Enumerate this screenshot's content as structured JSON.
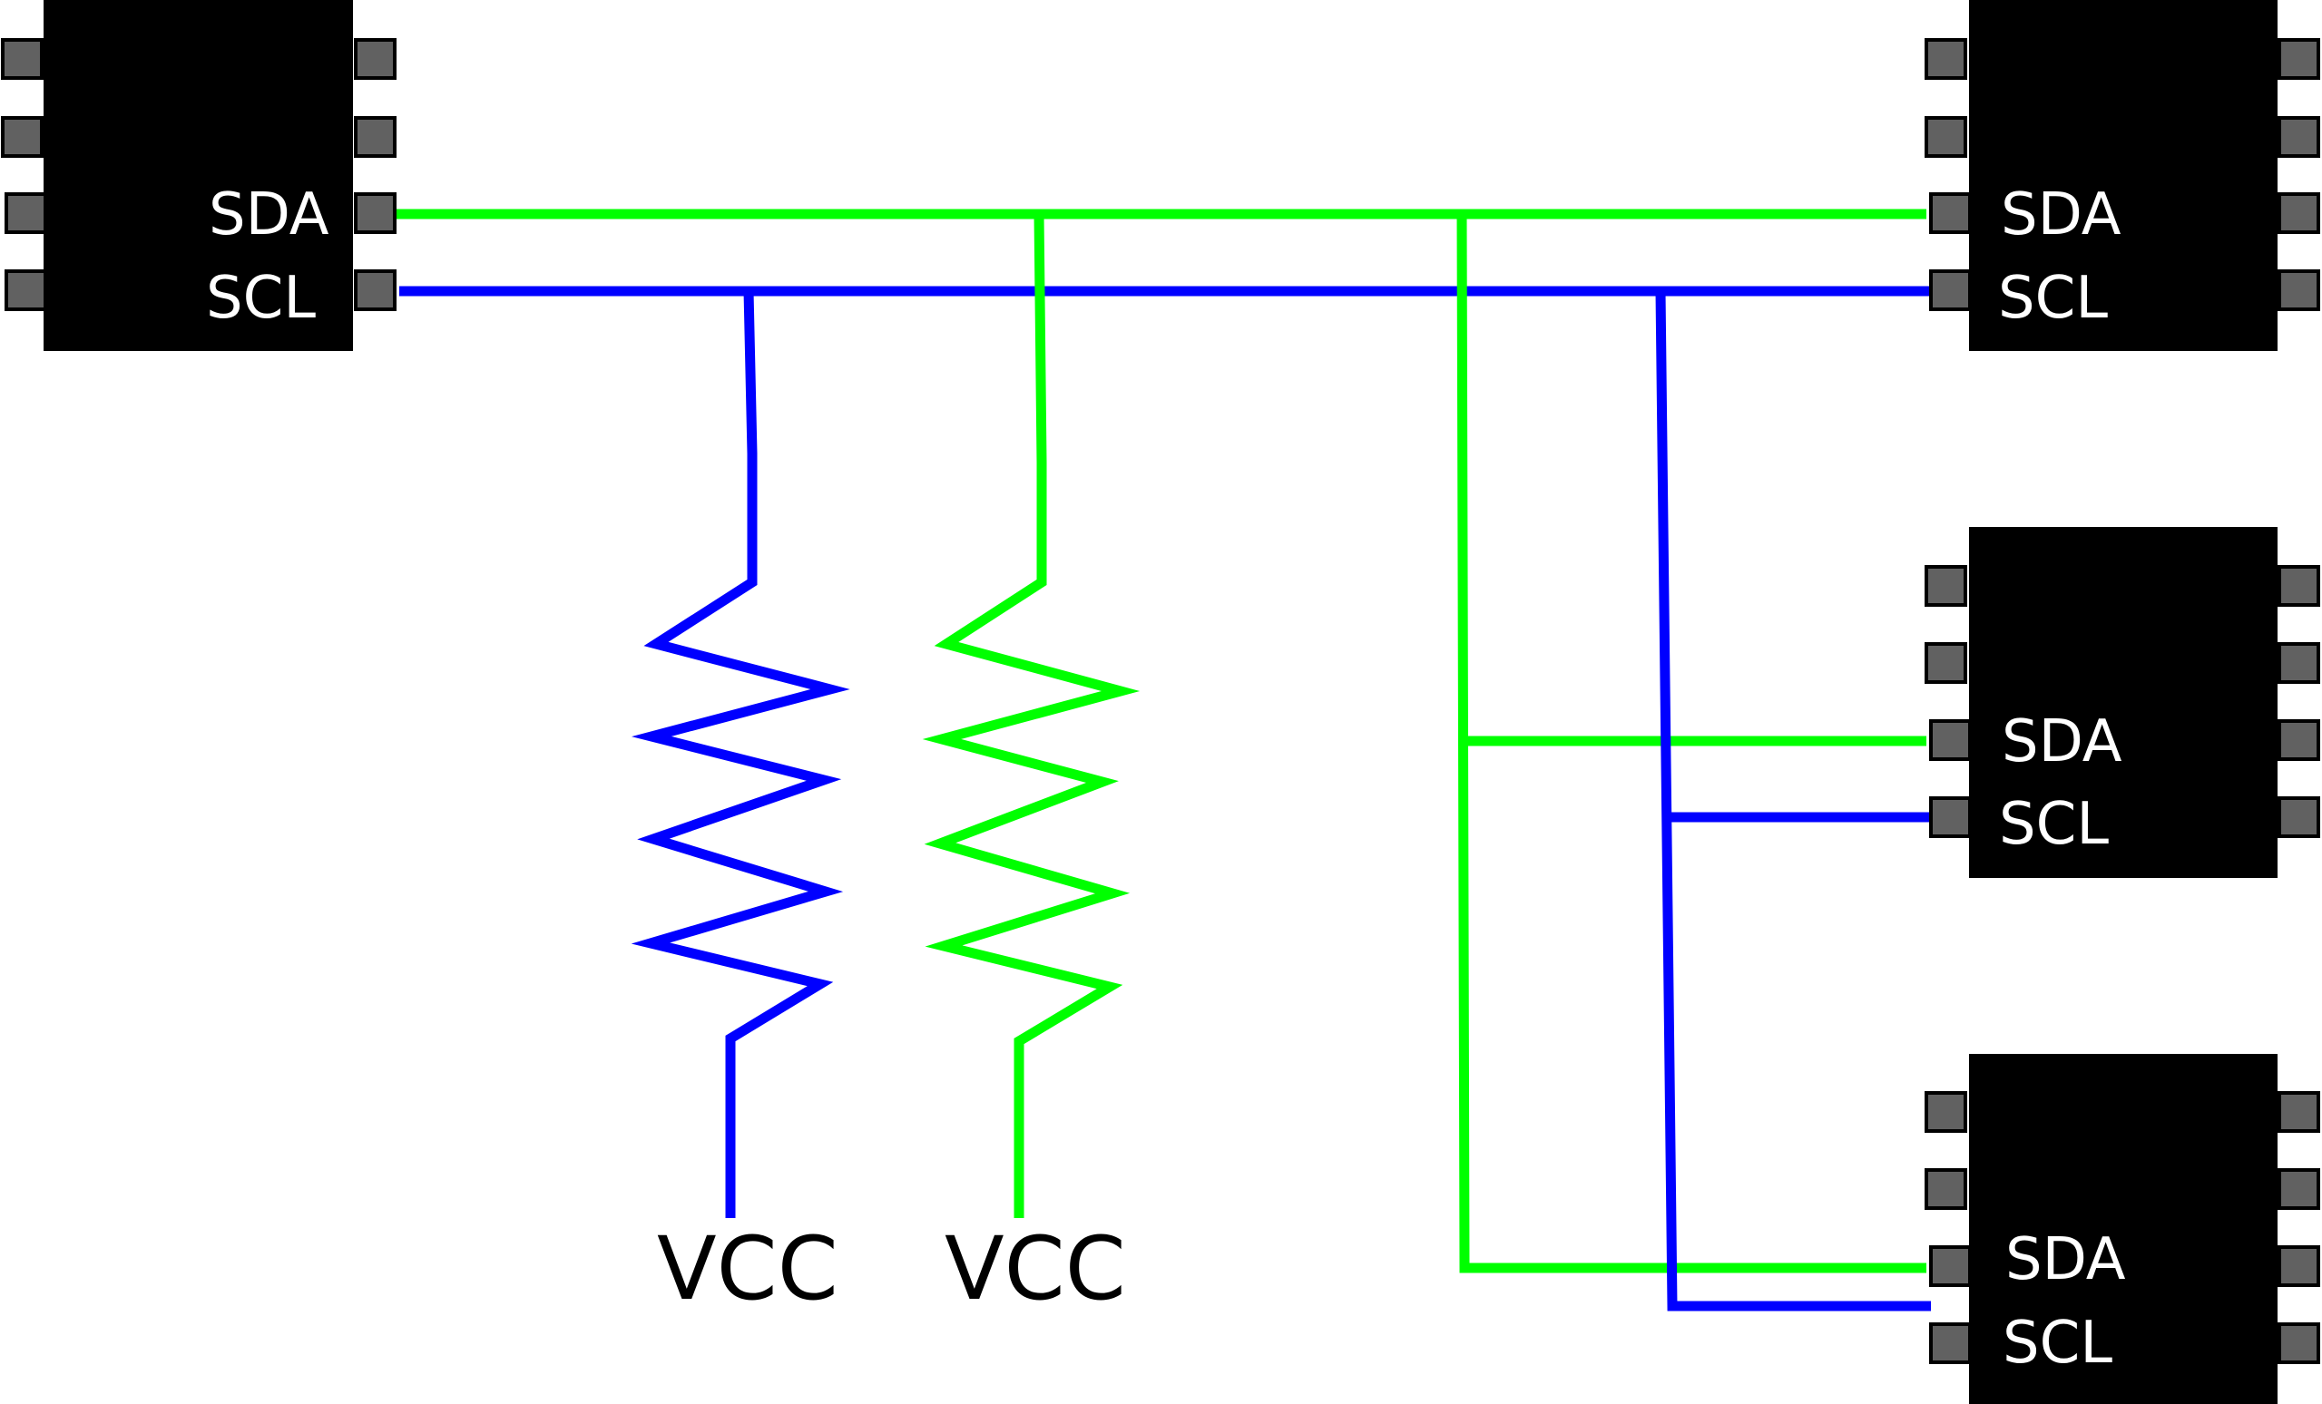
{
  "colors": {
    "sda_wire": "#00ff00",
    "scl_wire": "#0000ff",
    "chip_body": "#000000",
    "pin_fill": "#616161",
    "chip_text": "#ffffff",
    "background": "#ffffff"
  },
  "chips": [
    {
      "id": "chip-1",
      "pin_labels": {
        "sda": "SDA",
        "scl": "SCL"
      }
    },
    {
      "id": "chip-2",
      "pin_labels": {
        "sda": "SDA",
        "scl": "SCL"
      }
    },
    {
      "id": "chip-3",
      "pin_labels": {
        "sda": "SDA",
        "scl": "SCL"
      }
    },
    {
      "id": "chip-4",
      "pin_labels": {
        "sda": "SDA",
        "scl": "SCL"
      }
    }
  ],
  "resistors": [
    {
      "id": "scl-pullup",
      "supply_label": "VCC"
    },
    {
      "id": "sda-pullup",
      "supply_label": "VCC"
    }
  ]
}
